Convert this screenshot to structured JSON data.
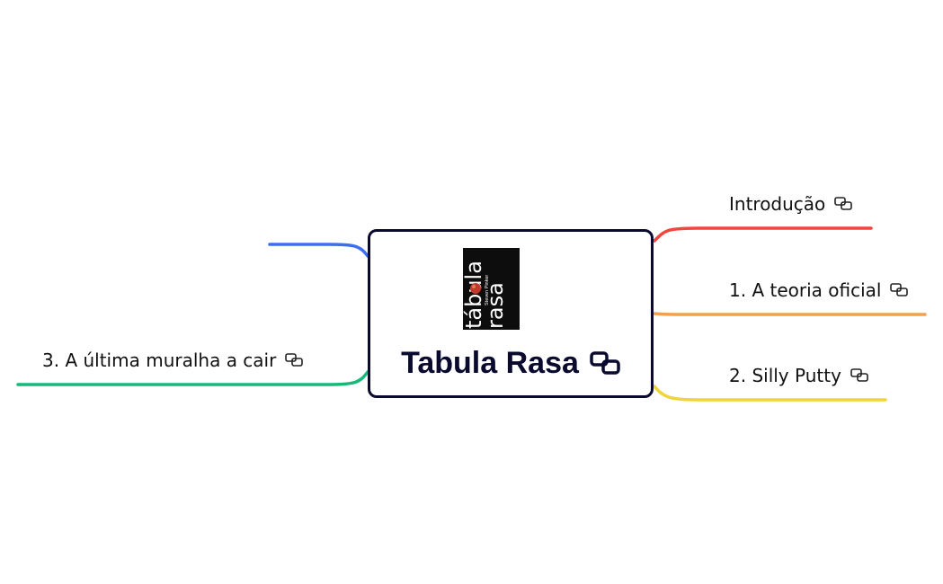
{
  "central_topic": {
    "title": "Tabula Rasa",
    "icon": "link-icon",
    "cover": {
      "icon": "book-cover-image",
      "author": "Steven Pinker",
      "title_line1": "tábula",
      "title_line2": "rasa"
    },
    "border_color": "#0a0a2e"
  },
  "branches": [
    {
      "label": "Introdução",
      "color": "#f2453d",
      "icon": "link-icon"
    },
    {
      "label": "1. A teoria oficial",
      "color": "#f0a050",
      "icon": "link-icon"
    },
    {
      "label": "2. Silly Putty",
      "color": "#efd43a",
      "icon": "link-icon"
    },
    {
      "label": "3. A última muralha a cair",
      "color": "#17b978",
      "icon": "link-icon"
    },
    {
      "label": "",
      "color": "#3d6ef2",
      "icon": ""
    }
  ]
}
